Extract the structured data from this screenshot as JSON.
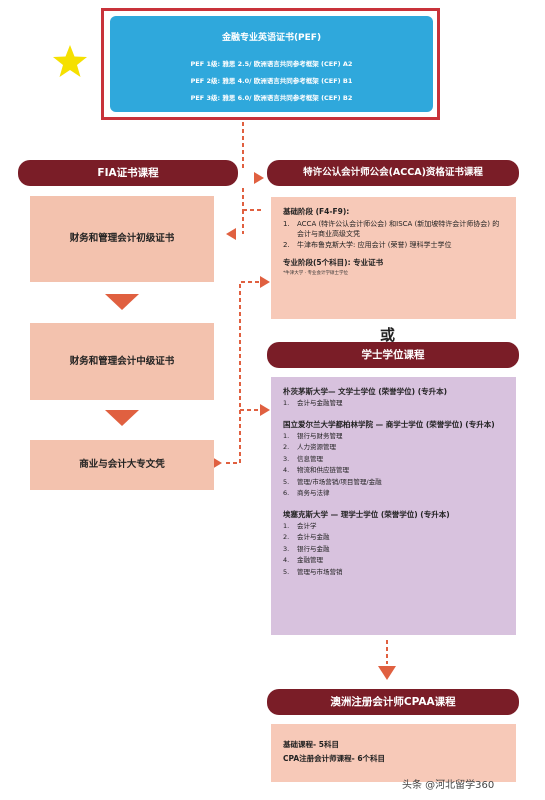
{
  "pef": {
    "title": "金融专业英语证书(PEF)",
    "lines": [
      "PEF 1级: 雅思 2.5/ 欧洲语言共同参考框架 (CEF) A2",
      "PEF 2级: 雅思 4.0/ 欧洲语言共同参考框架 (CEF) B1",
      "PEF 3级: 雅思 6.0/ 欧洲语言共同参考框架 (CEF) B2"
    ]
  },
  "fia": {
    "header": "FIA证书课程",
    "boxes": [
      "财务和管理会计初级证书",
      "财务和管理会计中级证书",
      "商业与会计大专文凭"
    ]
  },
  "acca": {
    "header": "特许公认会计师公会(ACCA)资格证书课程",
    "basic_title": "基础阶段 (F4-F9):",
    "basic_items": [
      {
        "num": "1.",
        "text": "ACCA (特许公认会计师公会) 和ISCA (新加坡特许会计师协会) 的会计与商业高级文凭"
      },
      {
        "num": "2.",
        "text": "牛津布鲁克斯大学: 应用会计 (荣誉) 理科学士学位"
      }
    ],
    "pro_title": "专业阶段(5个科目): 专业证书",
    "note": "*牛津大学 · 专业会计学硕士学位"
  },
  "or_text": "或",
  "bachelor": {
    "header": "学士学位课程",
    "universities": [
      {
        "title": "朴茨茅斯大学— 文学士学位 (荣誉学位) (专升本)",
        "items": [
          {
            "num": "1.",
            "text": "会计与金融管理"
          }
        ]
      },
      {
        "title": "国立爱尔兰大学都柏林学院 — 商学士学位 (荣誉学位) (专升本)",
        "items": [
          {
            "num": "1.",
            "text": "银行与财务管理"
          },
          {
            "num": "2.",
            "text": "人力资源管理"
          },
          {
            "num": "3.",
            "text": "信息管理"
          },
          {
            "num": "4.",
            "text": "物流和供应链管理"
          },
          {
            "num": "5.",
            "text": "管理/市场营销/项目管理/金融"
          },
          {
            "num": "6.",
            "text": "商务与法律"
          }
        ]
      },
      {
        "title": "埃塞克斯大学 — 理学士学位 (荣誉学位) (专升本)",
        "items": [
          {
            "num": "1.",
            "text": "会计学"
          },
          {
            "num": "2.",
            "text": "会计与金融"
          },
          {
            "num": "3.",
            "text": "银行与金融"
          },
          {
            "num": "4.",
            "text": "金融管理"
          },
          {
            "num": "5.",
            "text": "管理与市场营销"
          }
        ]
      }
    ]
  },
  "cpaa": {
    "header": "澳洲注册会计师CPAA课程",
    "lines": [
      "基础课程- 5科目",
      "CPA注册会计师课程- 6个科目"
    ]
  },
  "watermark": "头条 @河北留学360",
  "colors": {
    "header_bg": "#7a1d27",
    "pef_bg": "#2fa8dc",
    "pef_border": "#c8323a",
    "fia_box": "#f3c2ae",
    "acca_box": "#f7c9b8",
    "bachelor_box": "#d8c2de",
    "arrow": "#e06040",
    "star": "#f5e000"
  }
}
